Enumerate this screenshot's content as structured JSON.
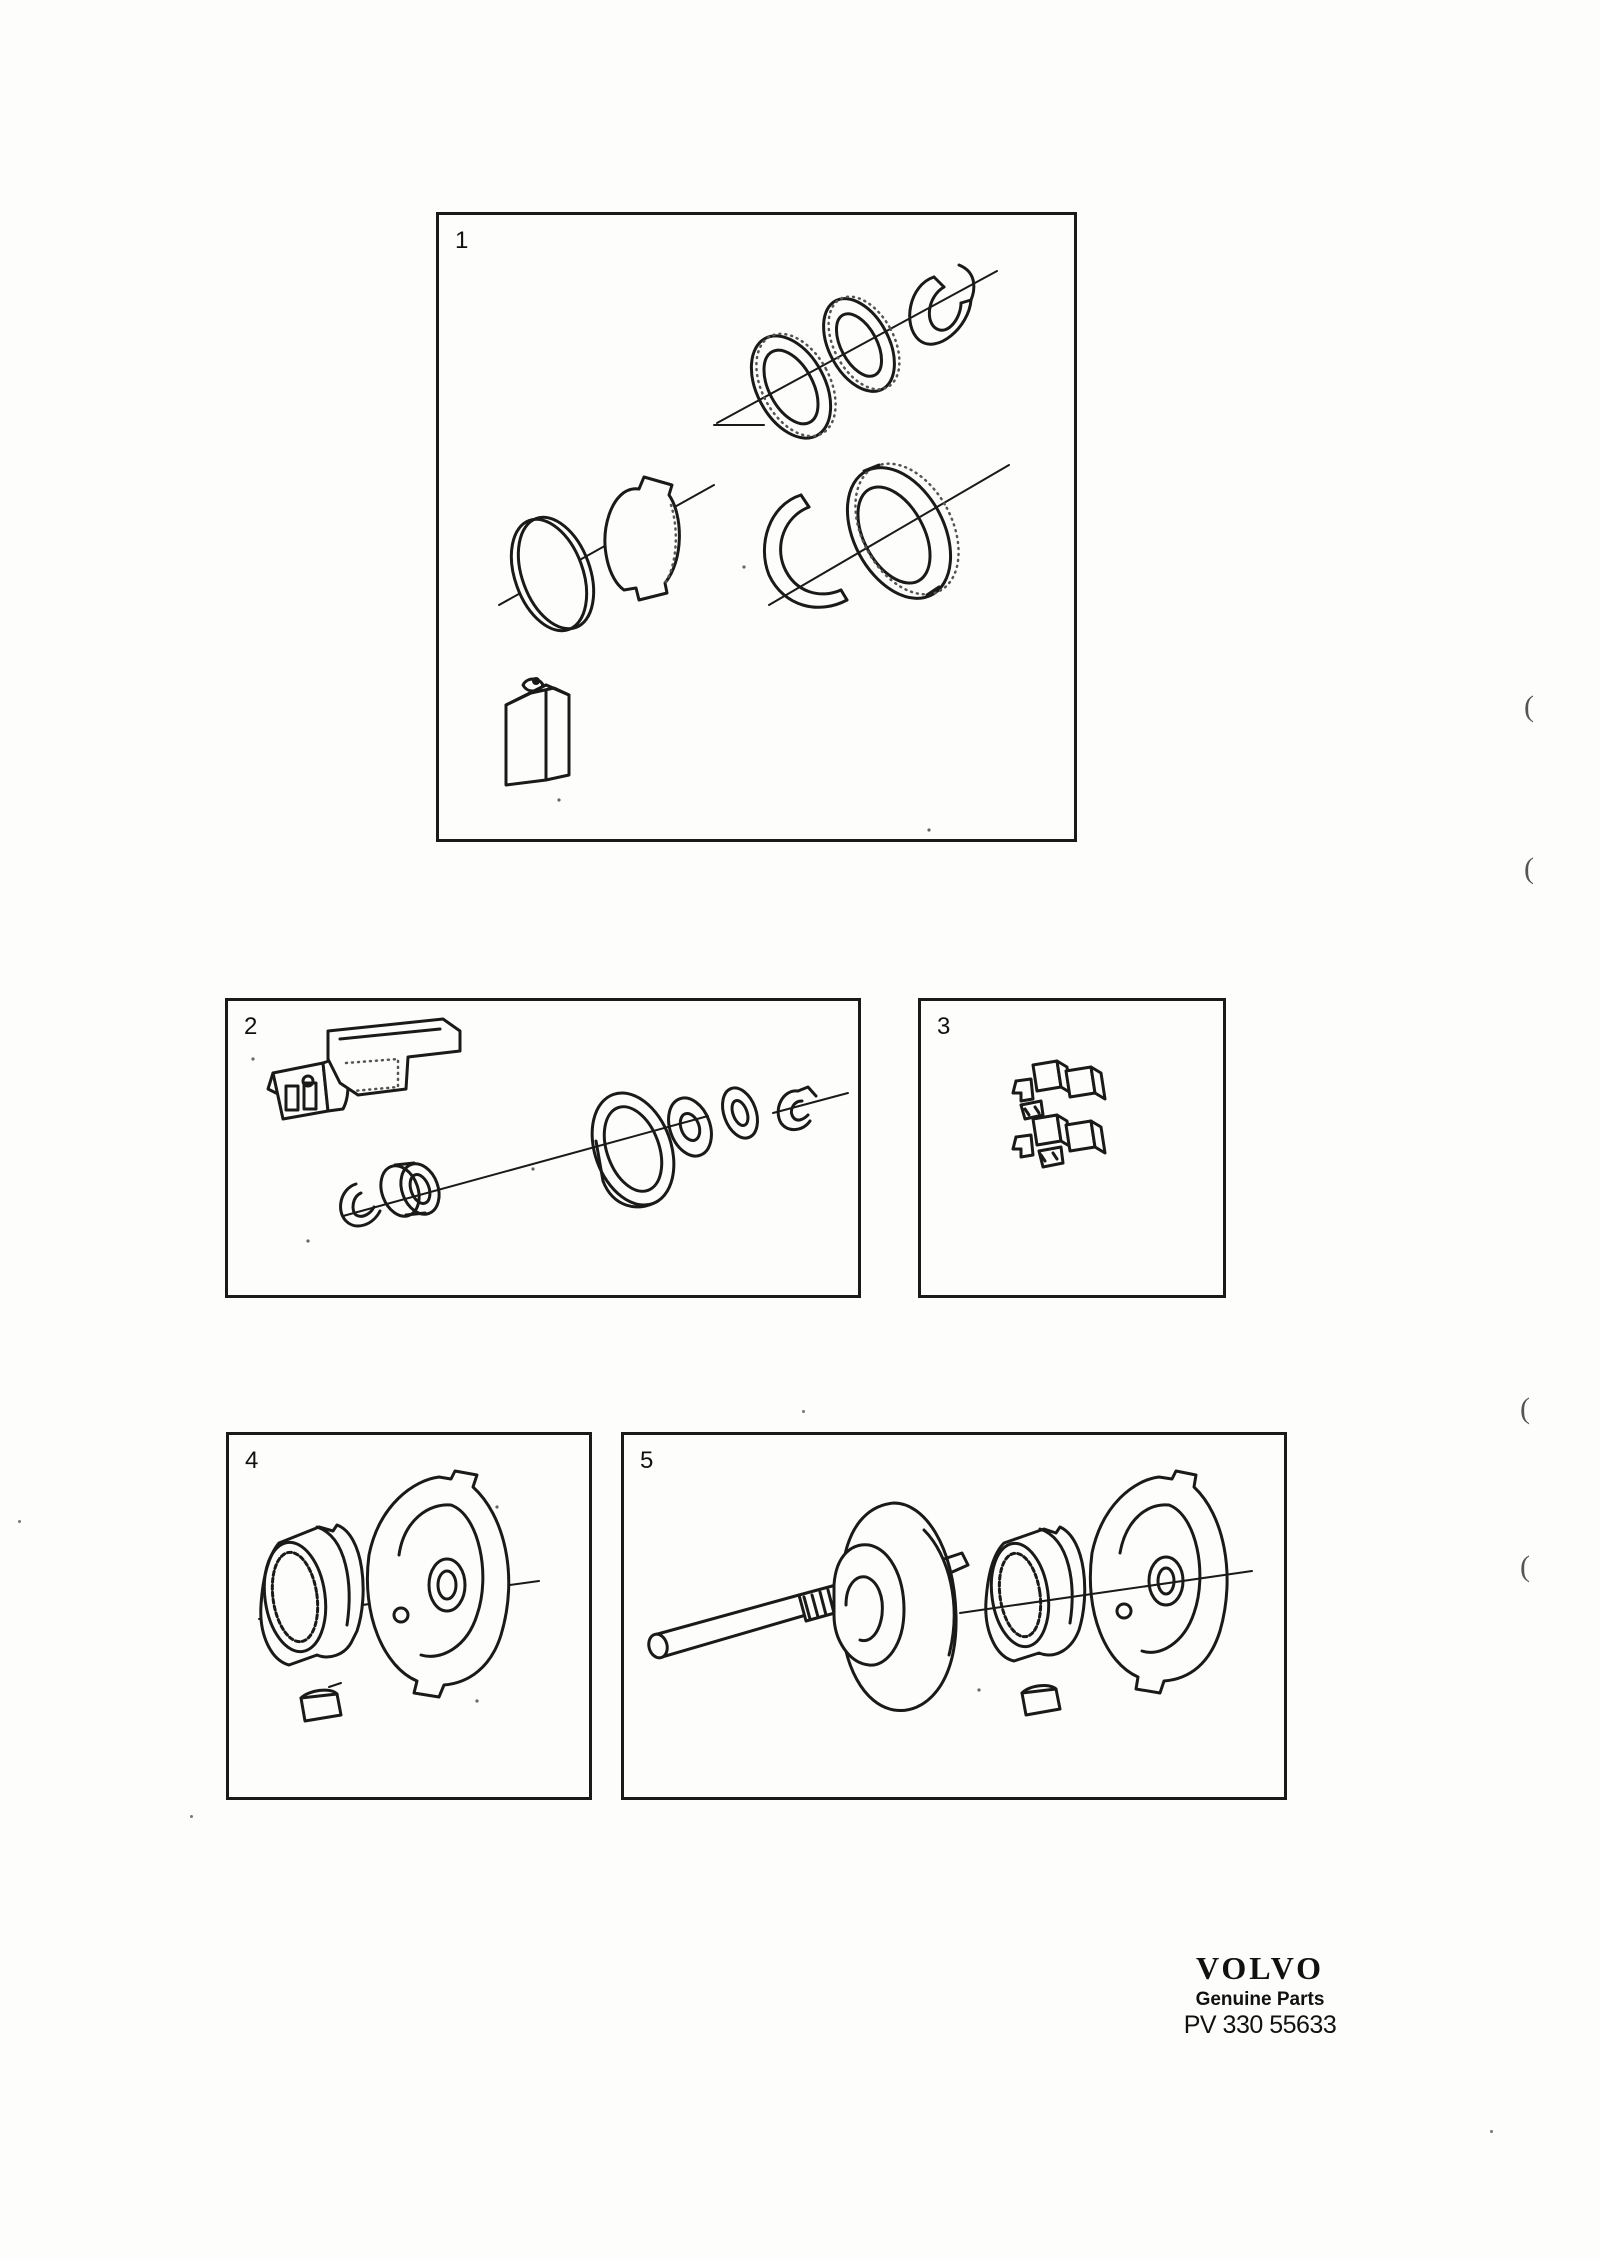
{
  "panels": [
    {
      "number": "1",
      "content": "brush-holder-kit-parts"
    },
    {
      "number": "2",
      "content": "solenoid-plunger-parts"
    },
    {
      "number": "3",
      "content": "brush-set"
    },
    {
      "number": "4",
      "content": "planetary-ring-gear-and-plate"
    },
    {
      "number": "5",
      "content": "drive-shaft-assembly"
    }
  ],
  "logo": {
    "brand": "VOLVO",
    "tagline": "Genuine Parts",
    "part_number": "PV 330 55633"
  },
  "margin_marks": [
    "(",
    "(",
    "(",
    "("
  ]
}
